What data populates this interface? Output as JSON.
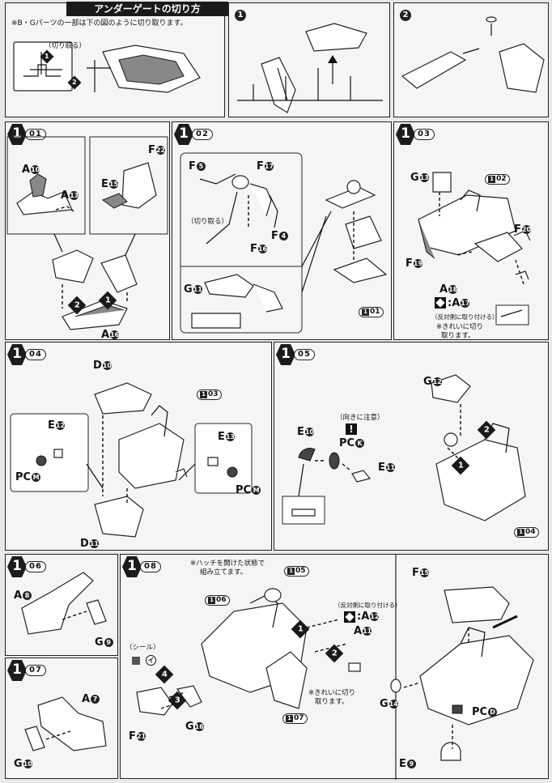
{
  "header": {
    "title": "アンダーゲートの切り方",
    "note": "※B・Gパーツの一部は下の図のように切り取ります。",
    "cut_label": "（切り取る）",
    "seq": [
      "1",
      "2"
    ]
  },
  "steps": {
    "s101": {
      "main": "1",
      "sub": "01",
      "labels": {
        "a10": "A",
        "a13": "A",
        "a16": "A",
        "e15": "E",
        "f22": "F"
      },
      "nums": {
        "a10": "10",
        "a13": "13",
        "a16": "16",
        "e15": "15",
        "f22": "22"
      },
      "seq": [
        "2",
        "1"
      ]
    },
    "s102": {
      "main": "1",
      "sub": "02",
      "labels": {
        "f5": "F",
        "f17": "F",
        "f4": "F",
        "f16": "F",
        "g11": "G"
      },
      "nums": {
        "f5": "5",
        "f17": "17",
        "f4": "4",
        "f16": "16",
        "g11": "11"
      },
      "cut_label": "（切り取る）",
      "ref": "01"
    },
    "s103": {
      "main": "1",
      "sub": "03",
      "labels": {
        "g13": "G",
        "f19": "F",
        "f20": "F",
        "a18": "A",
        "a17": "A"
      },
      "nums": {
        "g13": "13",
        "f19": "19",
        "f20": "20",
        "a18": "18",
        "a17": "17"
      },
      "ref": "02",
      "note1": "（反対側に取り付ける）",
      "note2": "※きれいに切り",
      "note3": "取ります。"
    },
    "s104": {
      "main": "1",
      "sub": "04",
      "labels": {
        "d10": "D",
        "e12": "E",
        "pcm1": "PC",
        "e13": "E",
        "pcm2": "PC",
        "d11": "D"
      },
      "nums": {
        "d10": "10",
        "e12": "12",
        "pcm1": "M",
        "e13": "13",
        "pcm2": "M",
        "d11": "11"
      },
      "ref": "03"
    },
    "s105": {
      "main": "1",
      "sub": "05",
      "labels": {
        "e10": "E",
        "pck": "PC",
        "e11": "E",
        "g12": "G"
      },
      "nums": {
        "e10": "10",
        "pck": "K",
        "e11": "11",
        "g12": "12"
      },
      "caution": "（向きに注意）",
      "seq": [
        "2",
        "1"
      ],
      "ref": "04"
    },
    "s106": {
      "main": "1",
      "sub": "06",
      "labels": {
        "a8": "A",
        "g9": "G"
      },
      "nums": {
        "a8": "8",
        "g9": "9"
      }
    },
    "s107": {
      "main": "1",
      "sub": "07",
      "labels": {
        "a7": "A",
        "g10": "G"
      },
      "nums": {
        "a7": "7",
        "g10": "10"
      }
    },
    "s108": {
      "main": "1",
      "sub": "08",
      "labels": {
        "a12": "A",
        "a11": "A",
        "g16": "G",
        "f21": "F",
        "f15": "F",
        "g14": "G",
        "pcd": "PC",
        "e9": "E"
      },
      "nums": {
        "a12": "12",
        "a11": "11",
        "g16": "16",
        "f21": "21",
        "f15": "15",
        "g14": "14",
        "pcd": "D",
        "e9": "9"
      },
      "note_hatch1": "※ハッチを開けた状態で",
      "note_hatch2": "組み立てます。",
      "note_opp": "（反対側に取り付ける）",
      "seal": "（シール）",
      "seal_no": "イ",
      "note_clean1": "※きれいに切り",
      "note_clean2": "取ります。",
      "refs": {
        "r05": "05",
        "r06": "06",
        "r07": "07"
      },
      "seq": [
        "1",
        "2",
        "3",
        "4"
      ]
    }
  }
}
